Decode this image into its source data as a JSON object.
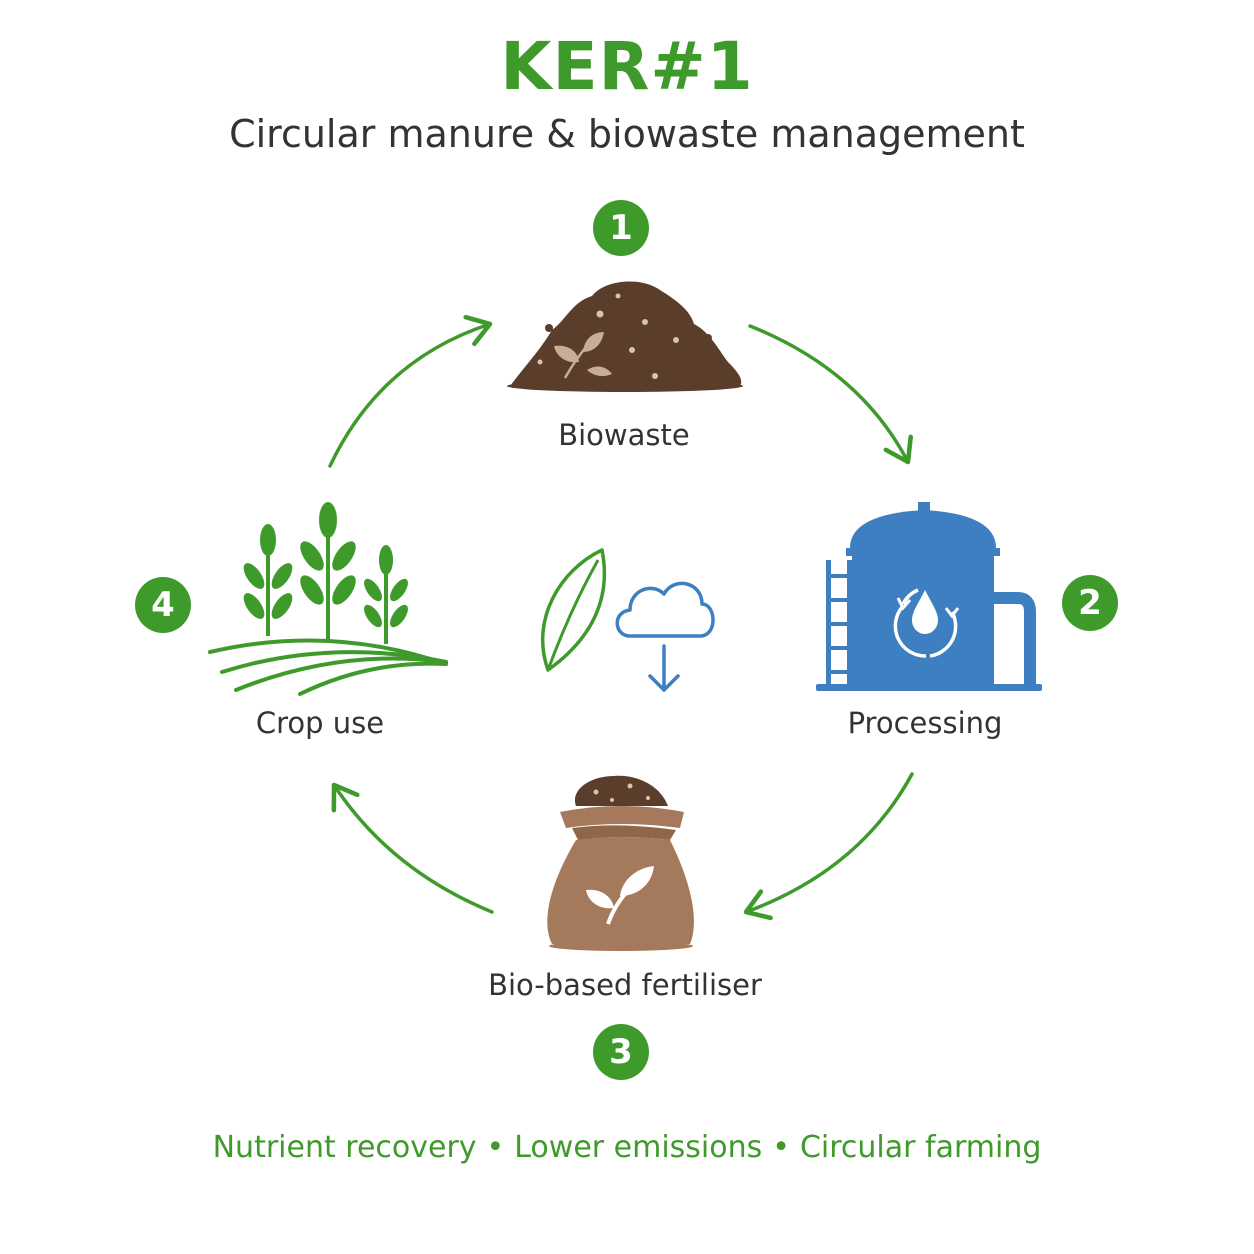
{
  "header": {
    "title": "KER#1",
    "subtitle": "Circular manure & biowaste management"
  },
  "steps": [
    {
      "number": "1",
      "label": "Biowaste",
      "icon": "biowaste-pile-icon"
    },
    {
      "number": "2",
      "label": "Processing",
      "icon": "processing-tank-icon"
    },
    {
      "number": "3",
      "label": "Bio-based fertiliser",
      "icon": "fertiliser-bag-icon"
    },
    {
      "number": "4",
      "label": "Crop use",
      "icon": "crop-field-icon"
    }
  ],
  "center_icons": [
    "leaf-icon",
    "cloud-down-icon"
  ],
  "footer": {
    "items": [
      "Nutrient recovery",
      "Lower emissions",
      "Circular farming"
    ],
    "separator": "•"
  },
  "colors": {
    "accent_green": "#3f9a2c",
    "soil_brown": "#5a3d2b",
    "bag_brown": "#a57a5c",
    "tank_blue": "#3d7fc1",
    "text_dark": "#333333"
  }
}
